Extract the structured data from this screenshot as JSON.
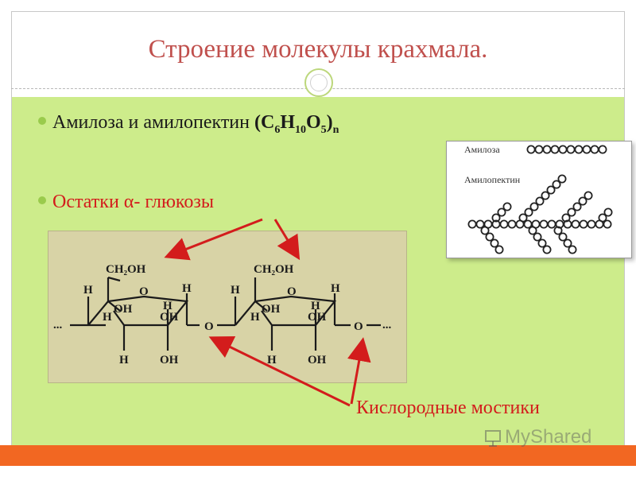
{
  "slide": {
    "title": "Строение молекулы крахмала.",
    "bullets": {
      "first_text": "Амилоза и амилопектин ",
      "formula": {
        "open": "(C",
        "c": "6",
        "h_letter": "H",
        "h": "10",
        "o_letter": "O",
        "o": "5",
        "close": ")",
        "n": "n"
      },
      "second_prefix": "Остатки ",
      "alpha": "α",
      "second_suffix": "- глюкозы"
    },
    "inset": {
      "amylose_label": "Амилоза",
      "amylopectin_label": "Амилопектин"
    },
    "structure": {
      "ch2oh": "CH₂OH",
      "h": "H",
      "oh": "OH",
      "o": "O",
      "dots": "..."
    },
    "bridges_label": "Кислородные мостики",
    "watermark": "MyShared"
  },
  "colors": {
    "title": "#c0504d",
    "content_bg": "#cdec8b",
    "accent_red": "#d31c1c",
    "footer": "#f26722",
    "bullet_dot": "#9acb4c"
  }
}
